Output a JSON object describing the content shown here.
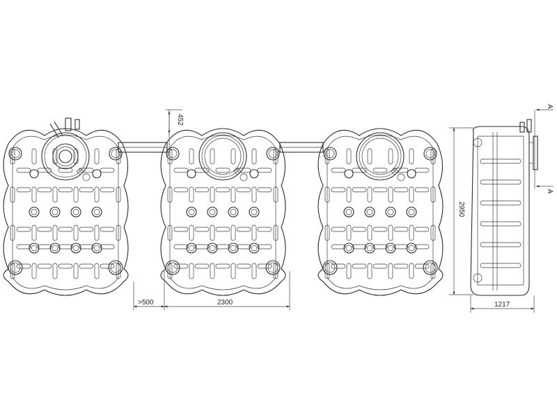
{
  "dimensions": {
    "spacing": ">500",
    "width": "2300",
    "connection_height": "452",
    "height": "2950",
    "depth": "1217"
  },
  "section_marks": {
    "top": "A",
    "bottom": "A"
  }
}
